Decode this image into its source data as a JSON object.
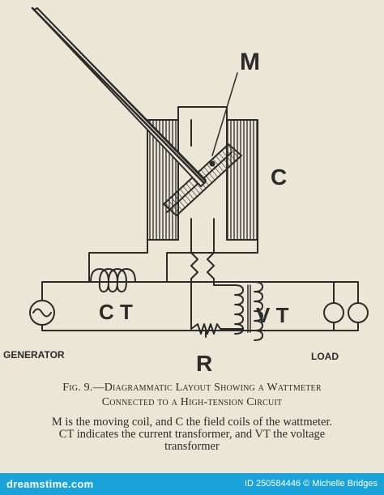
{
  "diagram": {
    "labels": {
      "m": "M",
      "c": "C",
      "ct": "C T",
      "vt": "V T",
      "r": "R",
      "generator": "GENERATOR",
      "load": "LOAD"
    }
  },
  "caption": {
    "title_line1": "Fig. 9.—Diagrammatic Layout Showing a Wattmeter",
    "title_line2": "Connected to a High-tension Circuit",
    "body_lines": [
      "M is the moving coil, and C the field coils of the wattmeter.",
      "CT indicates the current transformer, and VT the voltage",
      "transformer"
    ]
  },
  "footer": {
    "logo_text": "dreamstime.com",
    "id_text": "ID 250584446 © Michelle Bridges"
  },
  "colors": {
    "paper": "#ece6d6",
    "ink": "#2b2b2b",
    "footer_bar": "#1aa3d9"
  }
}
